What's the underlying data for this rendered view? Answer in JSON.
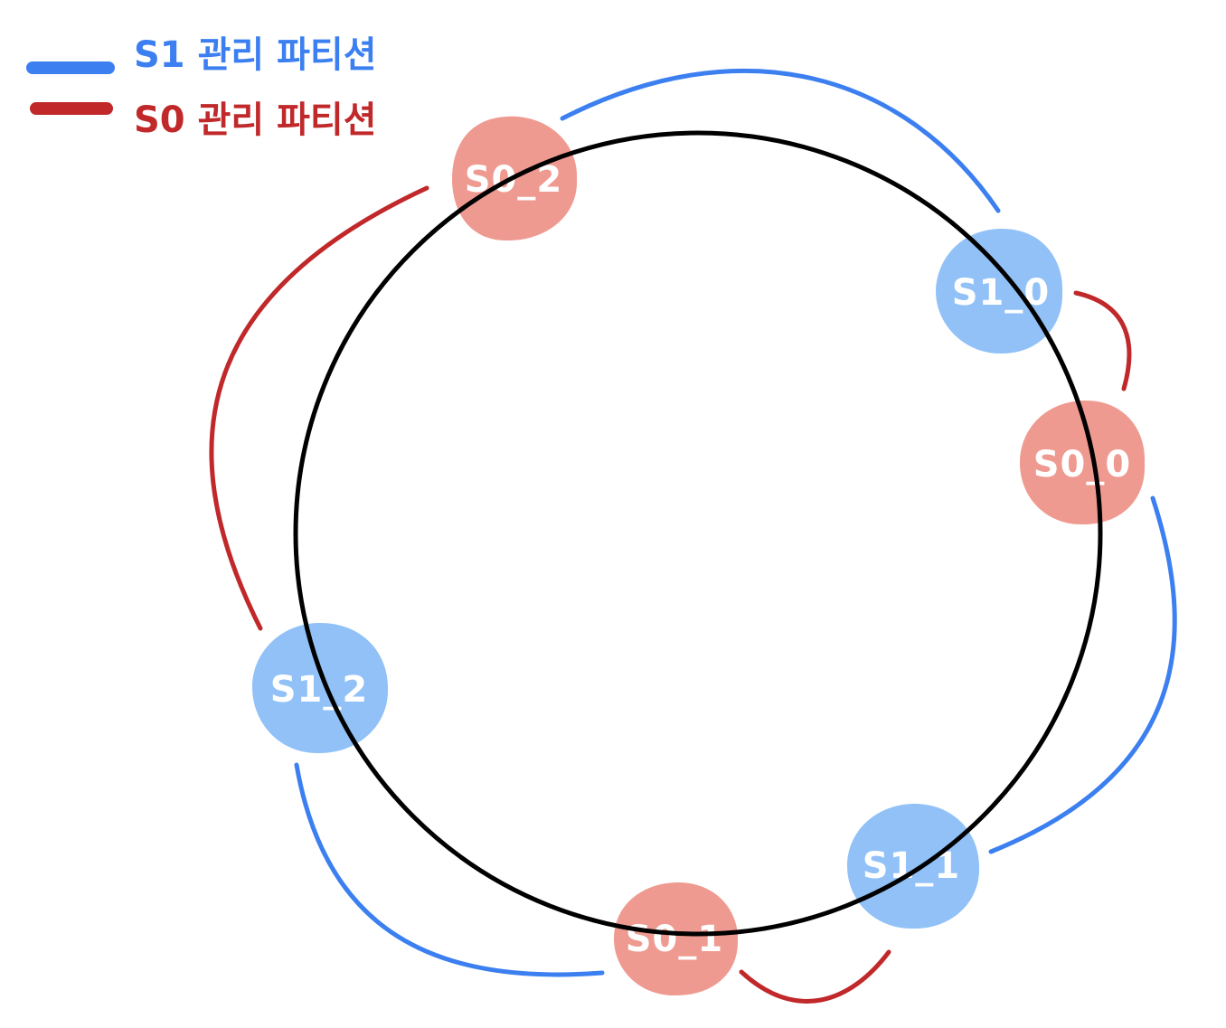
{
  "legend": [
    {
      "label": "S1 관리 파티션",
      "color": "#3b7ff0"
    },
    {
      "label": "S0 관리 파티션",
      "color": "#c0282a"
    }
  ],
  "colors": {
    "s1_line": "#3b7ff0",
    "s0_line": "#c0282a",
    "s1_node": "#91c1f7",
    "s0_node": "#ef9a90",
    "ring": "#000000",
    "node_text": "#ffffff"
  },
  "nodes": [
    {
      "id": "s0_2",
      "label": "S0_2",
      "server": "S0"
    },
    {
      "id": "s1_0",
      "label": "S1_0",
      "server": "S1"
    },
    {
      "id": "s0_0",
      "label": "S0_0",
      "server": "S0"
    },
    {
      "id": "s1_1",
      "label": "S1_1",
      "server": "S1"
    },
    {
      "id": "s0_1",
      "label": "S0_1",
      "server": "S0"
    },
    {
      "id": "s1_2",
      "label": "S1_2",
      "server": "S1"
    }
  ],
  "partitions": [
    {
      "from": "s0_2",
      "to": "s1_0",
      "owner": "S1"
    },
    {
      "from": "s1_0",
      "to": "s0_0",
      "owner": "S0"
    },
    {
      "from": "s0_0",
      "to": "s1_1",
      "owner": "S1"
    },
    {
      "from": "s1_1",
      "to": "s0_1",
      "owner": "S0"
    },
    {
      "from": "s0_1",
      "to": "s1_2",
      "owner": "S1"
    },
    {
      "from": "s1_2",
      "to": "s0_2",
      "owner": "S0"
    }
  ]
}
